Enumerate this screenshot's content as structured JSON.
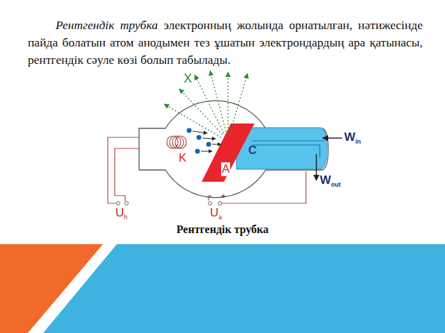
{
  "diagram": {
    "caption": "Рентгендік трубка",
    "labels": [
      "Рентгендік трубка",
      "электронның жолында орнатылған, нәтижесінде пайда болатын атом анодымен тез ұшатын электрондардың ара қатынасы, рентгендік сәуле көзі болып табылады.",
      "X",
      "K",
      "A",
      "C",
      "W",
      "in",
      "W",
      "out",
      "U",
      "h",
      "U",
      "a",
      "−",
      "+"
    ]
  }
}
